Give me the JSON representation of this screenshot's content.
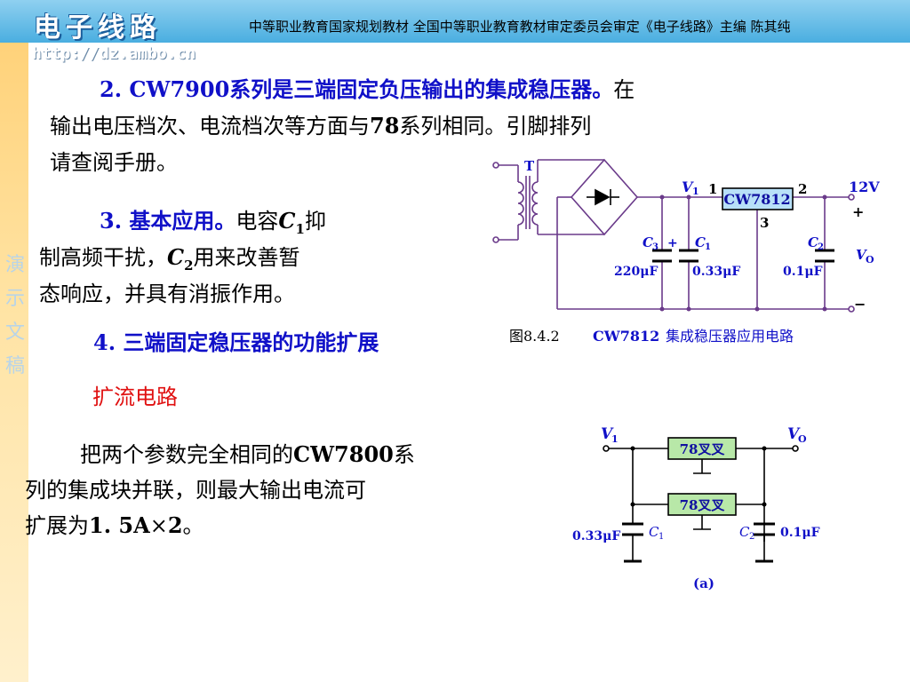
{
  "header": {
    "logo": "电子线路",
    "subtitle": "中等职业教育国家规划教材  全国中等职业教育教材审定委员会审定《电子线路》主编  陈其纯",
    "url": "http://dz.ambo.cn"
  },
  "sidebar": {
    "vertical_text": [
      "演",
      "示",
      "文",
      "稿"
    ]
  },
  "section2": {
    "heading": "2. CW7900系列是三端固定负压输出的集成稳压器。",
    "text_a": "在",
    "line2_a": "输出电压档次、电流档次等方面与",
    "line2_num": "78",
    "line2_b": "系列相同。引脚排列",
    "line3": "请查阅手册。"
  },
  "section3": {
    "heading": "3. 基本应用。",
    "text_a": "电容",
    "c1": "C",
    "c1_sub": "1",
    "text_b": "抑",
    "line2_a": "制高频干扰，",
    "c2": "C",
    "c2_sub": "2",
    "line2_b": "用来改善暂",
    "line3": "态响应，并具有消振作用。"
  },
  "section4": {
    "heading": "4. 三端固定稳压器的功能扩展"
  },
  "section_current": {
    "heading": "扩流电路",
    "line1_a": "把两个参数完全相同的",
    "line1_num": "CW7800",
    "line1_b": "系",
    "line2": "列的集成块并联，则最大输出电流可",
    "line3_a": "扩展为",
    "line3_num": "1. 5A",
    "line3_b": "×",
    "line3_c": "2",
    "line3_d": "。"
  },
  "circuit1": {
    "transformer": "T",
    "v1": "V",
    "v1_sub": "1",
    "pin1": "1",
    "pin2": "2",
    "pin3": "3",
    "ic": "CW7812",
    "out_v": "12V",
    "plus": "+",
    "minus": "−",
    "c3": "C",
    "c3_sub": "3",
    "c3_plus": "+",
    "c1": "C",
    "c1_sub": "1",
    "c2": "C",
    "c2_sub": "2",
    "vo": "V",
    "vo_sub": "O",
    "c3_val": "220μF",
    "c1_val": "0.33μF",
    "c2_val": "0.1μF",
    "caption_a": "图8.4.2",
    "caption_b": "CW7812",
    "caption_c": "集成稳压器应用电路"
  },
  "circuit2": {
    "v1": "V",
    "v1_sub": "1",
    "vo": "V",
    "vo_sub": "O",
    "ic_top": "78叉叉",
    "ic_bottom": "78叉叉",
    "c1_val": "0.33μF",
    "c1": "C",
    "c1_sub": "1",
    "c2": "C",
    "c2_sub": "2",
    "c2_val": "0.1μF",
    "label": "(a)"
  },
  "colors": {
    "header_blue": "#4aaee0",
    "heading_blue": "#1010c8",
    "heading_red": "#e01010",
    "ic_fill_1": "#b8e0f8",
    "ic_fill_2": "#b8e8a8",
    "wire_purple": "#6a3a8a"
  }
}
